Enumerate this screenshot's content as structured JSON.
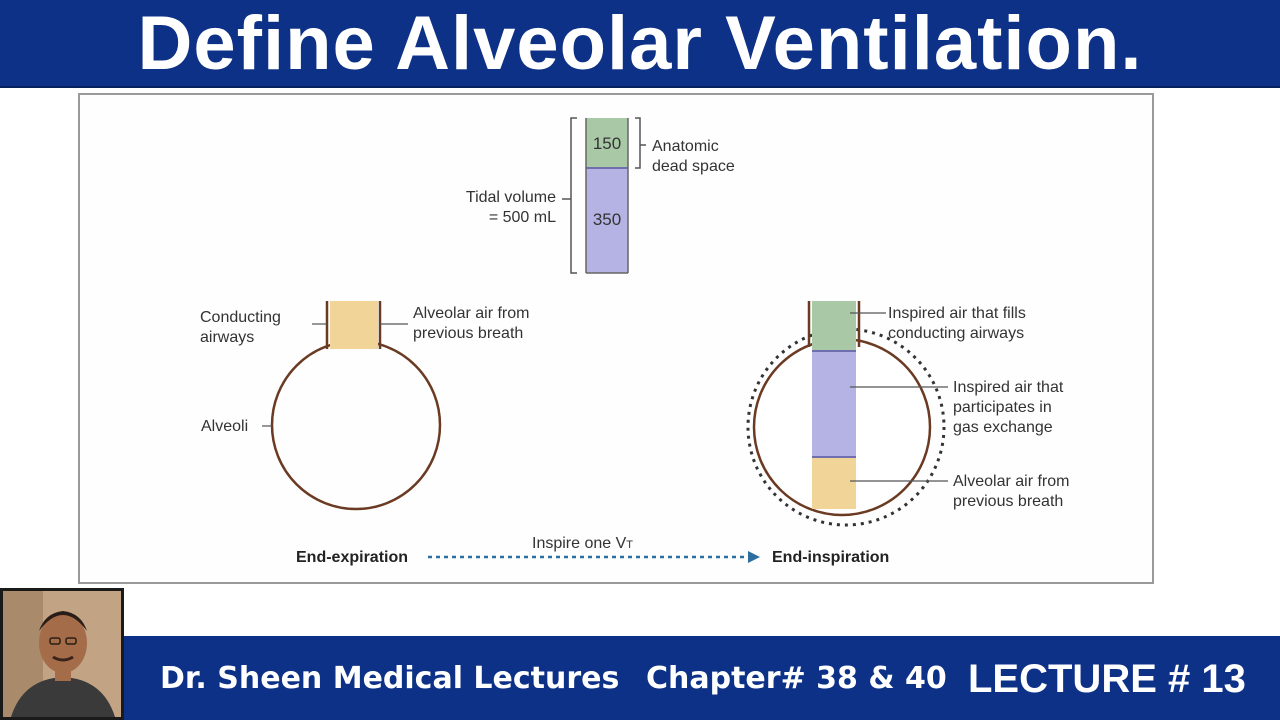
{
  "title": "Define Alveolar Ventilation.",
  "diagram": {
    "bar_top_value": "150",
    "bar_bottom_value": "350",
    "anatomic_dead_space": [
      "Anatomic",
      "dead space"
    ],
    "tidal_volume": [
      "Tidal volume",
      "= 500 mL"
    ],
    "conducting_airways": [
      "Conducting",
      "airways"
    ],
    "alveolar_air_left": [
      "Alveolar air from",
      "previous breath"
    ],
    "alveoli": "Alveoli",
    "inspired_fills": [
      "Inspired air that fills",
      "conducting airways"
    ],
    "inspired_participates": [
      "Inspired air that",
      "participates in",
      "gas exchange"
    ],
    "alveolar_air_right": [
      "Alveolar air from",
      "previous breath"
    ],
    "end_expiration": "End-expiration",
    "inspire_one_vt": "Inspire one V",
    "inspire_subscript": "T",
    "end_inspiration": "End-inspiration",
    "colors": {
      "dead_space": "#a9c9a6",
      "gas_exchange": "#b4b3e3",
      "alveolar_air": "#f1d497",
      "outline": "#6b3a22"
    }
  },
  "footer": {
    "channel": "Dr. Sheen Medical Lectures",
    "chapter": "Chapter# 38 & 40",
    "lecture": "LECTURE # 13"
  },
  "avatar_icon": "presenter-photo"
}
